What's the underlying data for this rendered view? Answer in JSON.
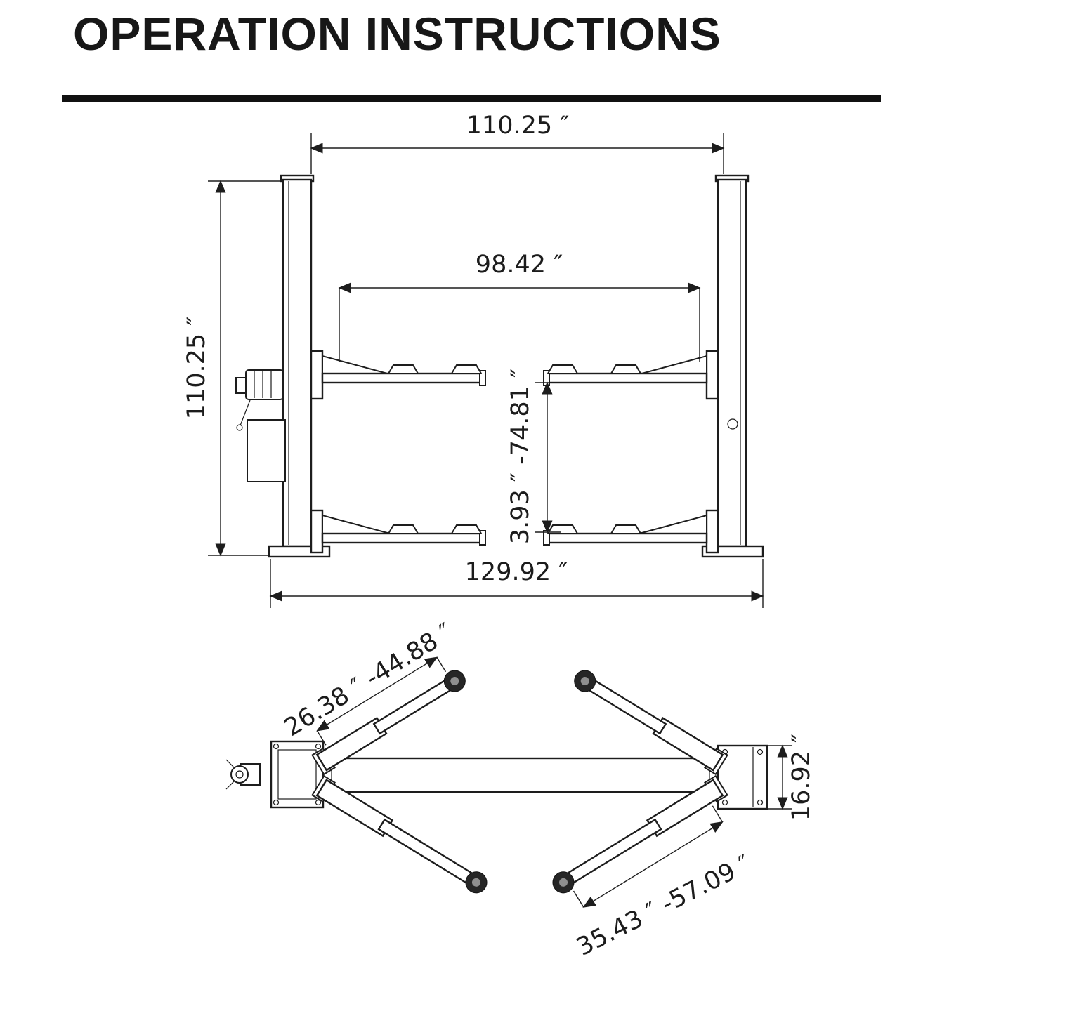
{
  "title": "OPERATION INSTRUCTIONS",
  "front_view": {
    "dim_top_width": "110.25 ″",
    "dim_inner_width": "98.42 ″",
    "dim_height": "110.25 ″",
    "dim_lift_range": "3.93 ″ -74.81 ″",
    "dim_base_width": "129.92 ″"
  },
  "top_view": {
    "dim_front_arm": "26.38 ″ -44.88 ″",
    "dim_rear_arm": "35.43 ″ -57.09 ″",
    "dim_side_depth": "16.92 ″"
  }
}
